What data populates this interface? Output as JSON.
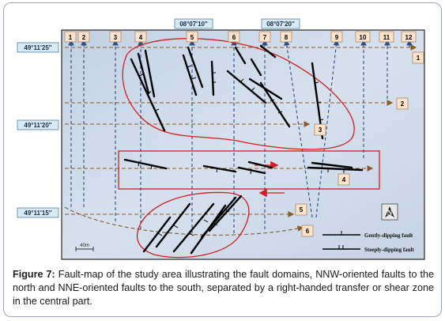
{
  "figure": {
    "label": "Figure 7:",
    "caption": "Fault-map of the study area illustrating the fault domains, NNW-oriented faults to the north and NNE-oriented faults to the south, separated by a right-handed transfer or shear zone in the central part."
  },
  "map": {
    "top_coords": [
      "08°07'10''",
      "08°07'20''"
    ],
    "lat_labels": [
      "49°11'25''",
      "49°11'20''",
      "49°11'15''"
    ],
    "profile_numbers": [
      "1",
      "2",
      "3",
      "4",
      "5",
      "6",
      "7",
      "8",
      "9",
      "10",
      "11",
      "12"
    ],
    "arrow_labels": [
      "1",
      "2",
      "3",
      "4",
      "5",
      "6"
    ],
    "north_label": "N",
    "scale_label": "40m",
    "legend": {
      "gentle": "Gently-dipping fault",
      "steep": "Steeply-dipping fault"
    },
    "colors": {
      "background": "#c9d6e6",
      "profile_box": "#fde3cc",
      "coord_box": "#d6ebf3",
      "arrow_brown": "#8a5a2b",
      "arrow_blue": "#2f4f8a",
      "domain_red": "#d21f1f",
      "fault": "#000000"
    }
  }
}
